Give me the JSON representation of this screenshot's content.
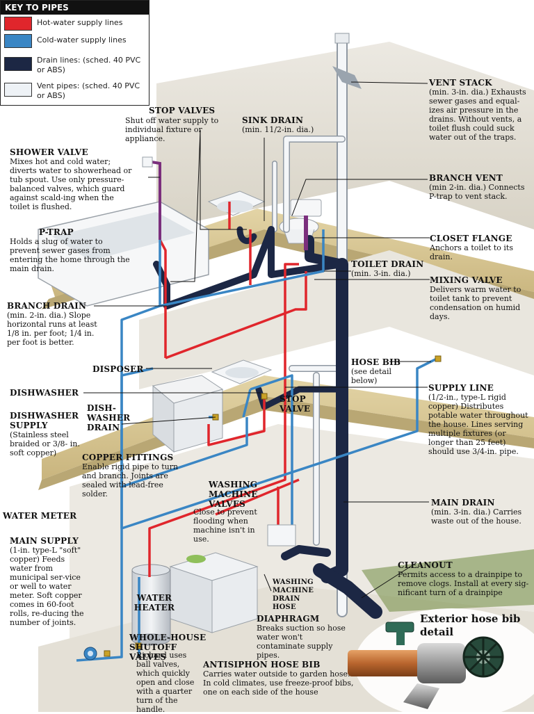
{
  "key": {
    "title": "KEY TO PIPES",
    "items": [
      {
        "label": "Hot-water supply lines",
        "color": "#e0262c"
      },
      {
        "label": "Cold-water supply lines",
        "color": "#3a86c4"
      },
      {
        "label": "Drain lines: (sched. 40 PVC or ABS)",
        "color": "#1c2744"
      },
      {
        "label": "Vent pipes: (sched. 40 PVC or ABS)",
        "color": "#eef2f6"
      }
    ]
  },
  "callouts": {
    "stop_valves": {
      "title": "STOP VALVES",
      "desc": "Shut off water supply to individual fixture or appliance."
    },
    "sink_drain": {
      "title": "SINK DRAIN",
      "desc": "(min. 11/2-in. dia.)"
    },
    "vent_stack": {
      "title": "VENT STACK",
      "desc": "(min. 3-in. dia.) Exhausts sewer gases and equal-izes air pressure in the drains. Without vents, a toilet flush could suck water out of the traps."
    },
    "shower_valve": {
      "title": "SHOWER VALVE",
      "desc": "Mixes hot and cold water; diverts water to showerhead or tub spout. Use only pressure-balanced valves, which guard against scald-ing when the toilet is flushed."
    },
    "branch_vent": {
      "title": "BRANCH VENT",
      "desc": "(min 2-in. dia.) Connects P-trap to vent stack."
    },
    "p_trap": {
      "title": "P-TRAP",
      "desc": "Holds a slug of water to prevent sewer gases from entering the home through the main drain."
    },
    "closet_flange": {
      "title": "CLOSET FLANGE",
      "desc": "Anchors a toilet to its drain."
    },
    "toilet_drain": {
      "title": "TOILET DRAIN",
      "desc": "(min. 3-in. dia.)"
    },
    "mixing_valve": {
      "title": "MIXING VALVE",
      "desc": "Delivers warm water to toilet tank to prevent condensation on humid days."
    },
    "branch_drain": {
      "title": "BRANCH DRAIN",
      "desc": "(min. 2-in. dia.) Slope horizontal runs at least 1/8 in. per foot; 1/4 in. per foot is better."
    },
    "hose_bib": {
      "title": "HOSE BIB",
      "desc": "(see detail below)"
    },
    "disposer": {
      "title": "DISPOSER"
    },
    "dishwasher": {
      "title": "DISHWASHER"
    },
    "supply_line": {
      "title": "SUPPLY LINE",
      "desc": "(1/2-in., type-L rigid copper) Distributes potable water throughout the house. Lines serving multiple fixtures (or longer than 25 feet) should use 3/4-in. pipe."
    },
    "stop_valve": {
      "title": "STOP VALVE"
    },
    "dishwasher_drain": {
      "title": "DISH- WASHER DRAIN"
    },
    "dishwasher_supply": {
      "title": "DISHWASHER SUPPLY",
      "desc": "(Stainless steel braided or 3/8- in. soft copper)"
    },
    "copper_fittings": {
      "title": "COPPER FITTINGS",
      "desc": "Enable rigid pipe to turn and branch. Joints are sealed with lead-free solder."
    },
    "washing_machine_valves": {
      "title": "WASHING MACHINE VALVES",
      "desc": "Close to prevent flooding when machine isn't in use."
    },
    "main_drain": {
      "title": "MAIN DRAIN",
      "desc": "(min. 3-in. dia.) Carries waste out of the house."
    },
    "water_meter": {
      "title": "WATER METER"
    },
    "main_supply": {
      "title": "MAIN SUPPLY",
      "desc": "(1-in. type-L \"soft\" copper) Feeds water from municipal ser-vice or well to water meter. Soft copper comes in 60-foot rolls, re-ducing the number of joints."
    },
    "cleanout": {
      "title": "CLEANOUT",
      "desc": "Permits access to a drainpipe to remove clogs. Install at every sig-nificant turn of a drainpipe"
    },
    "water_heater": {
      "title": "WATER HEATER"
    },
    "washing_machine_drain_hose": {
      "title": "WASHING MACHINE DRAIN HOSE"
    },
    "diaphragm": {
      "title": "DIAPHRAGM",
      "desc": "Breaks suction so hose water won't contaminate supply pipes."
    },
    "whole_house_shutoff": {
      "title": "WHOLE-HOUSE SHUTOFF VALVES",
      "desc": "Richard uses ball valves, which quickly open and close with a quarter turn of the handle."
    },
    "antisiphon_hose_bib": {
      "title": "ANTISIPHON HOSE BIB",
      "desc": "Carries water outside to garden hose. In cold climates, use freeze-proof bibs, one on each side of the house"
    },
    "exterior_detail": {
      "title": "Exterior hose bib detail"
    }
  }
}
